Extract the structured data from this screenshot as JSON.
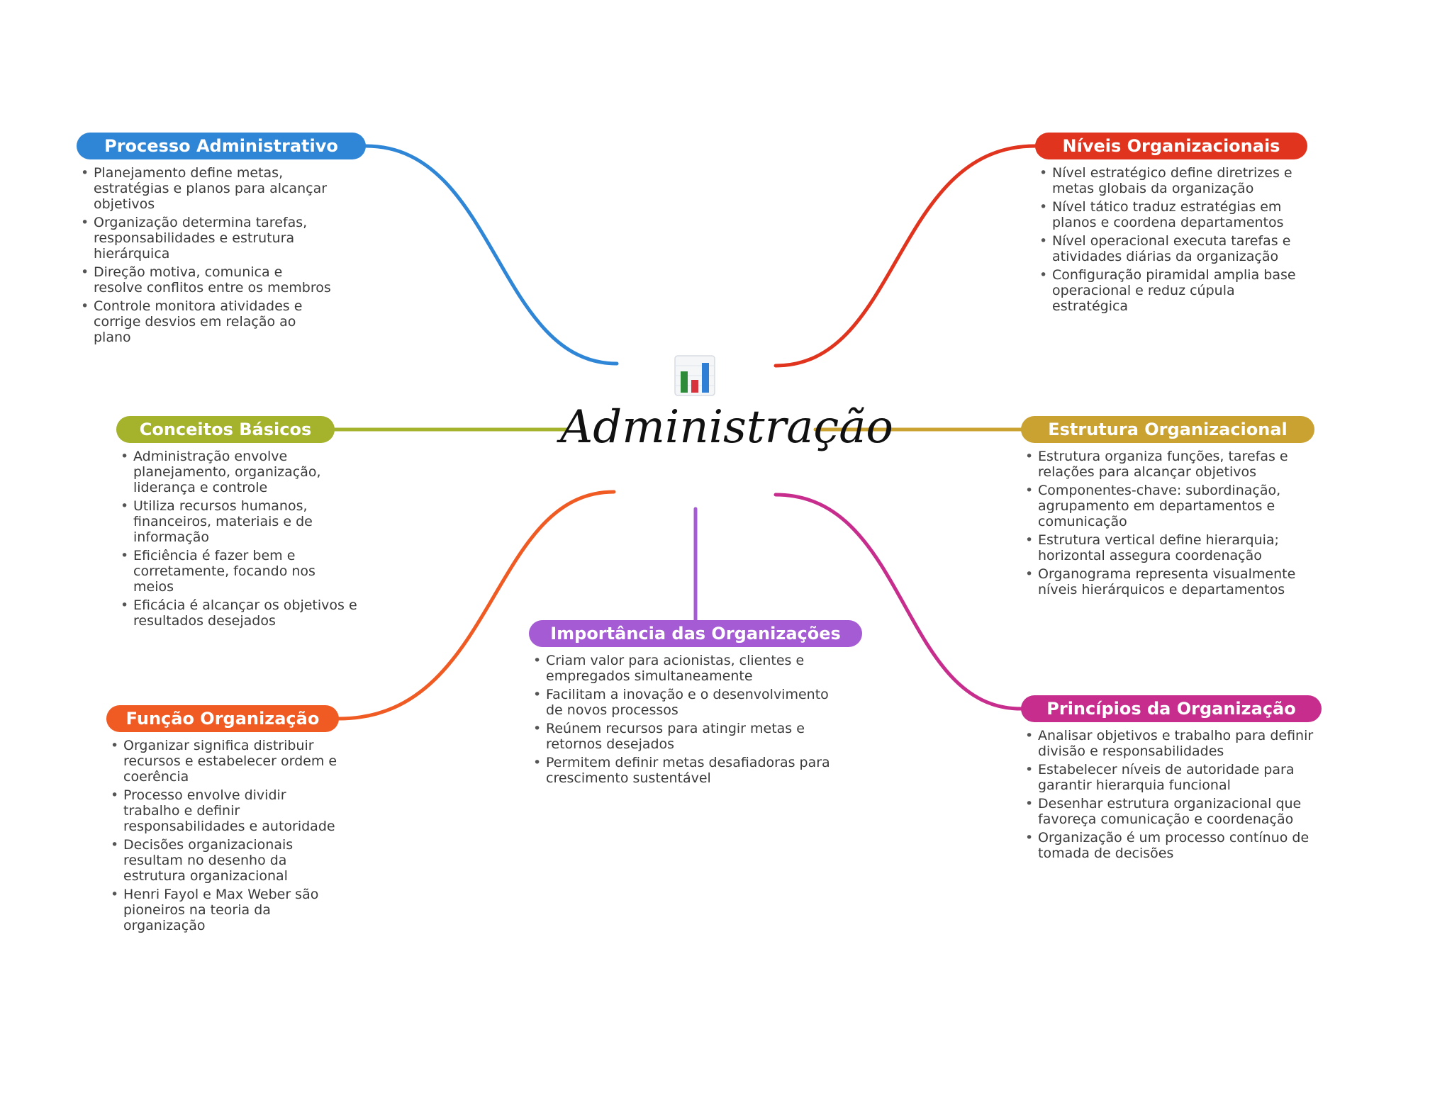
{
  "center": {
    "title": "Administração",
    "icon": "bar-chart-icon"
  },
  "branches": [
    {
      "id": "processo-administrativo",
      "title": "Processo Administrativo",
      "color": "#2f86d6",
      "items": [
        "Planejamento define metas, estratégias e planos para alcançar objetivos",
        "Organização determina tarefas, responsabilidades e estrutura hierárquica",
        "Direção motiva, comunica e resolve conflitos entre os membros",
        "Controle monitora atividades e corrige desvios em relação ao plano"
      ]
    },
    {
      "id": "conceitos-basicos",
      "title": "Conceitos Básicos",
      "color": "#a4b22c",
      "items": [
        "Administração envolve planejamento, organização, liderança e controle",
        "Utiliza recursos humanos, financeiros, materiais e de informação",
        "Eficiência é fazer bem e corretamente, focando nos meios",
        "Eficácia é alcançar os objetivos e resultados desejados"
      ]
    },
    {
      "id": "funcao-organizacao",
      "title": "Função Organização",
      "color": "#f05a23",
      "items": [
        "Organizar significa distribuir recursos e estabelecer ordem e coerência",
        "Processo envolve dividir trabalho e definir responsabilidades e autoridade",
        "Decisões organizacionais resultam no desenho da estrutura organizacional",
        "Henri Fayol e Max Weber são pioneiros na teoria da organização"
      ]
    },
    {
      "id": "importancia-organizacoes",
      "title": "Importância das Organizações",
      "color": "#a45bd3",
      "items": [
        "Criam valor para acionistas, clientes e empregados simultaneamente",
        "Facilitam a inovação e o desenvolvimento de novos processos",
        "Reúnem recursos para atingir metas e retornos desejados",
        "Permitem definir metas desafiadoras para crescimento sustentável"
      ]
    },
    {
      "id": "niveis-organizacionais",
      "title": "Níveis Organizacionais",
      "color": "#e1341e",
      "items": [
        "Nível estratégico define diretrizes e metas globais da organização",
        "Nível tático traduz estratégias em planos e coordena departamentos",
        "Nível operacional executa tarefas e atividades diárias da organização",
        "Configuração piramidal amplia base operacional e reduz cúpula estratégica"
      ]
    },
    {
      "id": "estrutura-organizacional",
      "title": "Estrutura Organizacional",
      "color": "#c9a231",
      "items": [
        "Estrutura organiza funções, tarefas e relações para alcançar objetivos",
        "Componentes-chave: subordinação, agrupamento em departamentos e comunicação",
        "Estrutura vertical define hierarquia; horizontal assegura coordenação",
        "Organograma representa visualmente níveis hierárquicos e departamentos"
      ]
    },
    {
      "id": "principios-organizacao",
      "title": "Princípios da Organização",
      "color": "#c72d8c",
      "items": [
        "Analisar objetivos e trabalho para definir divisão e responsabilidades",
        "Estabelecer níveis de autoridade para garantir hierarquia funcional",
        "Desenhar estrutura organizacional que favoreça comunicação e coordenação",
        "Organização é um processo contínuo de tomada de decisões"
      ]
    }
  ]
}
